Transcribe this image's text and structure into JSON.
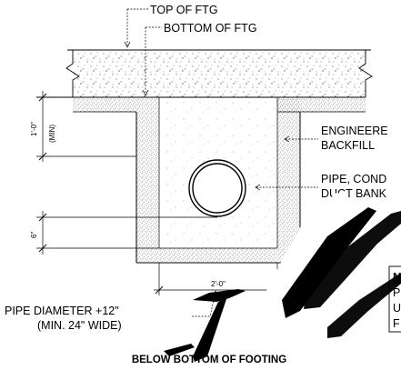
{
  "labels": {
    "top_of_ftg": "TOP OF FTG",
    "bottom_of_ftg": "BOTTOM OF FTG",
    "engineered_backfill_1": "ENGINEERE",
    "engineered_backfill_2": "BACKFILL",
    "pipe_1": "PIPE, COND",
    "pipe_2": "DUCT BANK",
    "pipe_diameter_1": "PIPE DIAMETER +12\"",
    "pipe_diameter_2": "(MIN. 24\" WIDE)",
    "bottom_title": "BELOW BOTTOM OF FOOTING",
    "note_1": "N",
    "note_2": "P",
    "note_3": "U",
    "note_4": "F"
  },
  "dimensions": {
    "cover_depth": "1'-0\"",
    "cover_min": "(MIN)",
    "bedding": "6\"",
    "trench_width": "2'-0\""
  },
  "colors": {
    "line": "#000000",
    "stipple": "#555555",
    "background": "#ffffff"
  }
}
